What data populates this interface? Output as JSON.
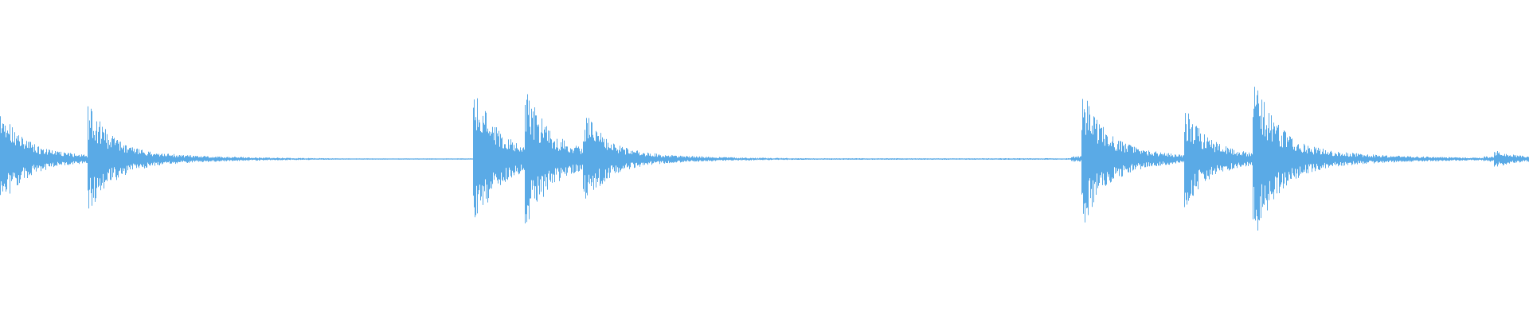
{
  "waveform": {
    "color": "#5aaae6",
    "background": "#ffffff",
    "description_visible_text": "",
    "peaks": [
      {
        "t": 0.0,
        "amp": 0.62
      },
      {
        "t": 0.059,
        "amp": 0.66
      },
      {
        "t": 0.311,
        "amp": 0.84
      },
      {
        "t": 0.345,
        "amp": 0.84
      },
      {
        "t": 0.383,
        "amp": 0.56
      },
      {
        "t": 0.709,
        "amp": 0.8
      },
      {
        "t": 0.776,
        "amp": 0.6
      },
      {
        "t": 0.821,
        "amp": 1.0
      },
      {
        "t": 0.979,
        "amp": 0.1
      }
    ],
    "quiet_segments": [
      {
        "from": 0.14,
        "to": 0.31,
        "level": 0.008
      },
      {
        "from": 0.44,
        "to": 0.7,
        "level": 0.01
      },
      {
        "from": 0.87,
        "to": 0.97,
        "level": 0.018
      }
    ]
  }
}
